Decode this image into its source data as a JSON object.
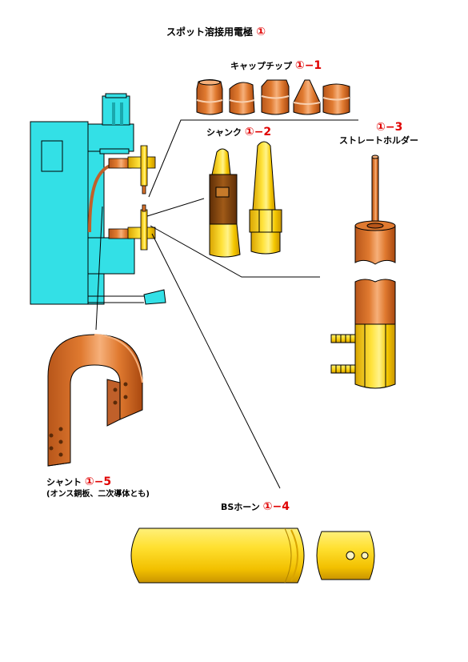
{
  "title": {
    "text": "スポット溶接用電極",
    "num": "①"
  },
  "cap_tip": {
    "text": "キャップチップ",
    "num": "①−1"
  },
  "shank": {
    "text": "シャンク",
    "num": "①−2"
  },
  "straight_holder": {
    "num": "①−3",
    "text": "ストレートホルダー"
  },
  "bs_horn": {
    "text": "BSホーン",
    "num": "①−4"
  },
  "shunt": {
    "text": "シャント",
    "num": "①−5",
    "note": "(オンス銅板、二次導体とも)"
  },
  "colors": {
    "machine": "#33e0e6",
    "copper": "#d9722a",
    "gold": "#f2c40a",
    "brown": "#8a4a12"
  }
}
